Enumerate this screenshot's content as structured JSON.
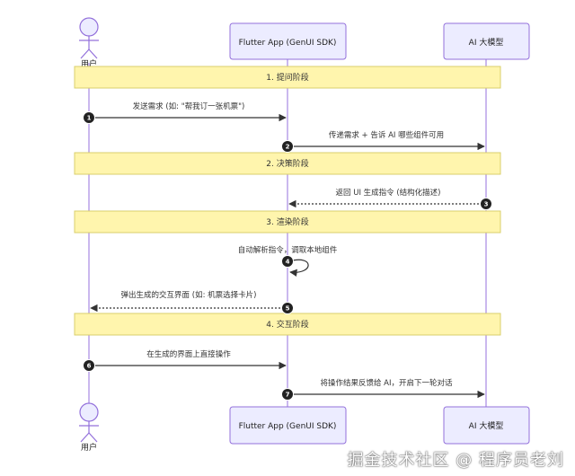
{
  "participants": [
    {
      "id": "user",
      "label": "用户",
      "type": "actor"
    },
    {
      "id": "app",
      "label": "Flutter App (GenUI SDK)",
      "type": "participant"
    },
    {
      "id": "ai",
      "label": "AI 大模型",
      "type": "participant"
    }
  ],
  "phases": [
    {
      "label": "1. 提问阶段"
    },
    {
      "label": "2. 决策阶段"
    },
    {
      "label": "3. 渲染阶段"
    },
    {
      "label": "4. 交互阶段"
    }
  ],
  "messages": [
    {
      "seq": "1",
      "from": "user",
      "to": "app",
      "label": "发送需求 (如: \"帮我订一张机票\")",
      "style": "solid"
    },
    {
      "seq": "2",
      "from": "app",
      "to": "ai",
      "label": "传递需求 + 告诉 AI 哪些组件可用",
      "style": "solid"
    },
    {
      "seq": "3",
      "from": "ai",
      "to": "app",
      "label": "返回 UI 生成指令 (结构化描述)",
      "style": "dotted"
    },
    {
      "seq": "4",
      "from": "app",
      "to": "app",
      "label": "自动解析指令，调取本地组件",
      "style": "solid"
    },
    {
      "seq": "5",
      "from": "app",
      "to": "user",
      "label": "弹出生成的交互界面 (如: 机票选择卡片)",
      "style": "dotted"
    },
    {
      "seq": "6",
      "from": "user",
      "to": "app",
      "label": "在生成的界面上直接操作",
      "style": "solid"
    },
    {
      "seq": "7",
      "from": "app",
      "to": "ai",
      "label": "将操作结果反馈给 AI，开启下一轮对话",
      "style": "solid"
    }
  ],
  "colors": {
    "actor_fill": "#ECECFF",
    "actor_stroke": "#9370DB",
    "note_fill": "#FFF5AD",
    "note_stroke": "#D8CF6C",
    "arrow": "#333333",
    "seq_badge": "#222222"
  },
  "watermark": "掘金技术社区 @ 程序员老刘"
}
